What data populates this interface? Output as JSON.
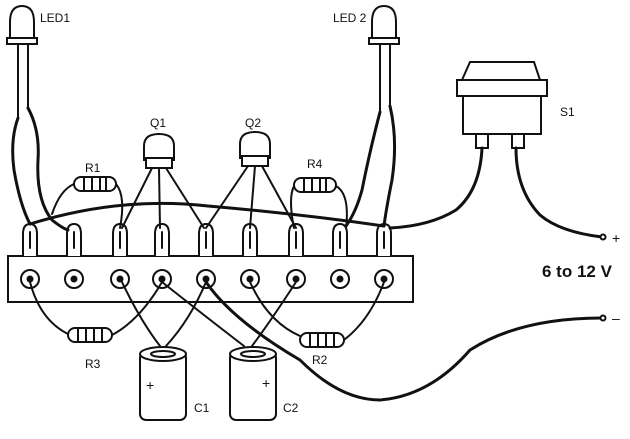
{
  "labels": {
    "led1": "LED1",
    "led2": "LED 2",
    "q1": "Q1",
    "q2": "Q2",
    "s1": "S1",
    "r1": "R1",
    "r2": "R2",
    "r3": "R3",
    "r4": "R4",
    "c1": "C1",
    "c2": "C2",
    "c1_polarity": "+",
    "c2_polarity": "+",
    "supply_plus": "+",
    "supply_minus": "–",
    "voltage": "6 to 12 V"
  }
}
